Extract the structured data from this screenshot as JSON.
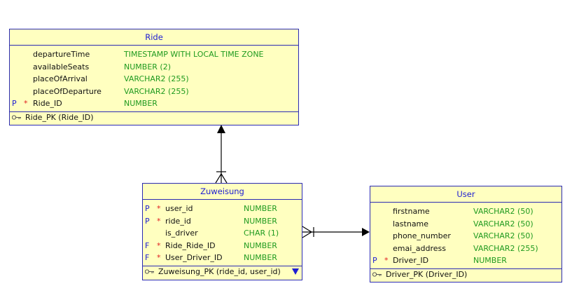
{
  "entities": {
    "ride": {
      "name": "Ride",
      "columns": [
        {
          "flag": "",
          "req": "",
          "name": "departureTime",
          "type": "TIMESTAMP WITH LOCAL TIME ZONE"
        },
        {
          "flag": "",
          "req": "",
          "name": "availableSeats",
          "type": "NUMBER (2)"
        },
        {
          "flag": "",
          "req": "",
          "name": "placeOfArrival",
          "type": "VARCHAR2 (255)"
        },
        {
          "flag": "",
          "req": "",
          "name": "placeOfDeparture",
          "type": "VARCHAR2 (255)"
        },
        {
          "flag": "P",
          "req": "*",
          "name": "Ride_ID",
          "type": "NUMBER"
        }
      ],
      "key": "Ride_PK (Ride_ID)"
    },
    "zuweisung": {
      "name": "Zuweisung",
      "columns": [
        {
          "flag": "P",
          "req": "*",
          "name": "user_id",
          "type": "NUMBER"
        },
        {
          "flag": "P",
          "req": "*",
          "name": "ride_id",
          "type": "NUMBER"
        },
        {
          "flag": "",
          "req": "",
          "name": "is_driver",
          "type": "CHAR (1)"
        },
        {
          "flag": "F",
          "req": "*",
          "name": "Ride_Ride_ID",
          "type": "NUMBER"
        },
        {
          "flag": "F",
          "req": "*",
          "name": "User_Driver_ID",
          "type": "NUMBER"
        }
      ],
      "key": "Zuweisung_PK (ride_id, user_id)"
    },
    "user": {
      "name": "User",
      "columns": [
        {
          "flag": "",
          "req": "",
          "name": "firstname",
          "type": "VARCHAR2 (50)"
        },
        {
          "flag": "",
          "req": "",
          "name": "lastname",
          "type": "VARCHAR2 (50)"
        },
        {
          "flag": "",
          "req": "",
          "name": "phone_number",
          "type": "VARCHAR2 (50)"
        },
        {
          "flag": "",
          "req": "",
          "name": "emai_address",
          "type": "VARCHAR2 (255)"
        },
        {
          "flag": "P",
          "req": "*",
          "name": "Driver_ID",
          "type": "NUMBER"
        }
      ],
      "key": "Driver_PK (Driver_ID)"
    }
  },
  "colors": {
    "border": "#2b2bb3",
    "fill": "#ffffc0",
    "title": "#1d1dd2",
    "type": "#1f9a1f",
    "mandatory": "#e02020"
  },
  "icons": {
    "key": "key-icon",
    "expand": "expand-down-icon"
  }
}
